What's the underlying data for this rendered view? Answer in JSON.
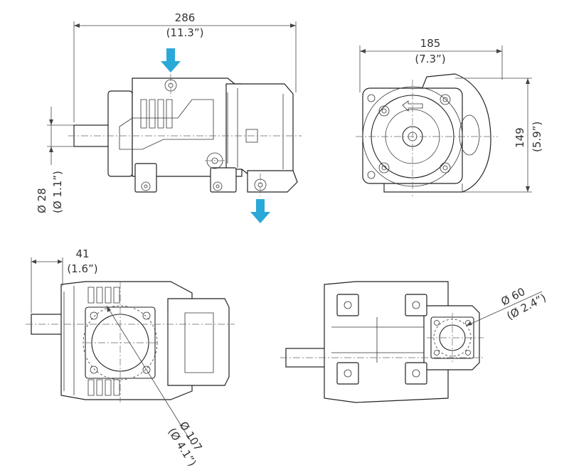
{
  "dimensions": {
    "total_length": {
      "value": "286",
      "imperial": "(11.3”)"
    },
    "width": {
      "value": "185",
      "imperial": "(7.3”)"
    },
    "height": {
      "value": "149",
      "imperial": "(5.9”)"
    },
    "shaft_diameter": {
      "value": "Ø 28",
      "imperial": "(Ø 1.1”)"
    },
    "shaft_length": {
      "value": "41",
      "imperial": "(1.6”)"
    },
    "flange_diameter": {
      "value": "Ø 107",
      "imperial": "(Ø 4.1”)"
    },
    "port_diameter": {
      "value": "Ø 60",
      "imperial": "(Ø 2.4”)"
    }
  },
  "colors": {
    "flow_arrow": "#2aa8d8",
    "line": "#222222",
    "background": "#ffffff"
  },
  "icons": {
    "inlet": "flow-in-arrow-icon",
    "outlet": "flow-out-arrow-icon"
  }
}
